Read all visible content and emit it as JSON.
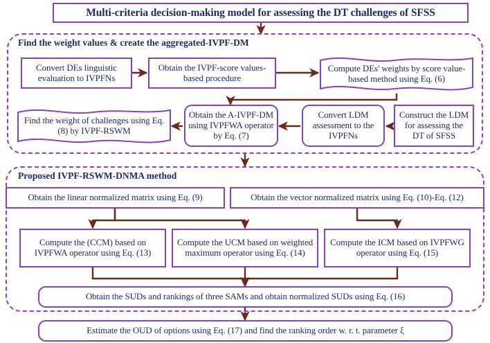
{
  "colors": {
    "box_border": "#8e3fbe",
    "text": "#1f2a6e",
    "arrow": "#6b2b1b",
    "group_border": "#8e3fbe",
    "background": "#ffffff"
  },
  "title": {
    "text": "Multi-criteria decision-making model for assessing the DT challenges of SFSS"
  },
  "groups": [
    {
      "id": "weights-group",
      "label": "Find the weight values & create the aggregated-IVPF-DM"
    },
    {
      "id": "method-group",
      "label": "Proposed IVPF-RSWM-DNMA method"
    }
  ],
  "nodes": {
    "convert_des": {
      "text": "Convert DEs linguistic evaluation to IVPFNs",
      "shape": "rect"
    },
    "obtain_ivpf_score": {
      "text": "Obtain the IVPF-score values-based procedure",
      "shape": "rect"
    },
    "compute_des_weights": {
      "text": "Compute DEs' weights by score value-based method using Eq. (6)",
      "shape": "wave"
    },
    "find_weight_challenges": {
      "text": "Find the weight of challenges using Eq. (8) by IVPF-RSWM",
      "shape": "wave"
    },
    "obtain_aivpf_dm": {
      "text": "Obtain the A-IVPF-DM using IVPFWA operator by Eq. (7)",
      "shape": "rrect"
    },
    "convert_ldm": {
      "text": "Convert LDM assessment to the IVPFNs",
      "shape": "rrect"
    },
    "construct_ldm": {
      "text": "Construct the LDM for assessing the DT of SFSS",
      "shape": "rect"
    },
    "linear_norm": {
      "text": "Obtain the linear normalized matrix using Eq. (9)",
      "shape": "rect"
    },
    "vector_norm": {
      "text": "Obtain the vector normalized matrix using Eq. (10)-Eq. (12)",
      "shape": "rect"
    },
    "compute_ccm": {
      "text": "Compute the (CCM) based on IVPFWA operator using Eq. (13)",
      "shape": "rect"
    },
    "compute_ucm": {
      "text": "Compute the UCM based on weighted maximum operator using Eq. (14)",
      "shape": "rect"
    },
    "compute_icm": {
      "text": "Compute the ICM based on IVPFWG operator using Eq. (15)",
      "shape": "rect"
    },
    "obtain_suds": {
      "text": "Obtain the SUDs and rankings of three SAMs and obtain normalized SUDs using Eq. (16)",
      "shape": "rrect"
    },
    "estimate_oud": {
      "text": "Estimate the OUD of options using Eq. (17) and find the ranking order w. r. t.  parameter ξ",
      "shape": "rrect"
    }
  }
}
